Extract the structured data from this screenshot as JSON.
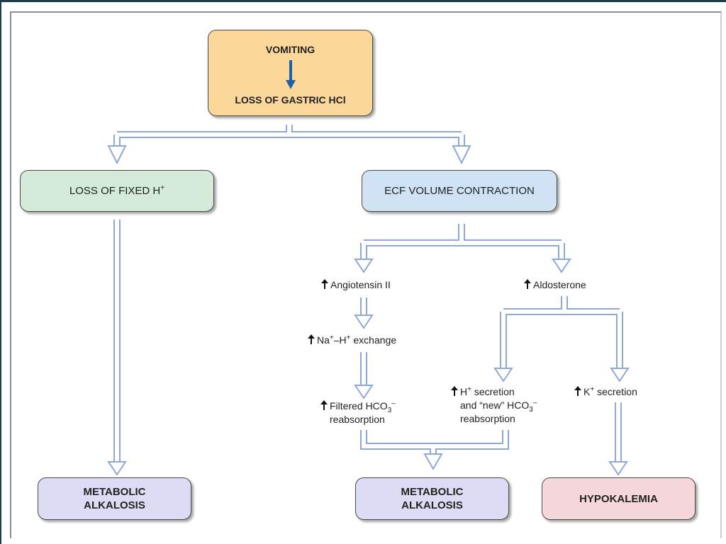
{
  "nodes": {
    "vomiting": "VOMITING",
    "loss_gastric": "LOSS OF GASTRIC HCl",
    "loss_fixed_h": "LOSS OF FIXED H",
    "loss_fixed_h_sup": "+",
    "ecf": "ECF VOLUME CONTRACTION",
    "metabolic_alkalosis_left": [
      "METABOLIC",
      "ALKALOSIS"
    ],
    "metabolic_alkalosis_right": [
      "METABOLIC",
      "ALKALOSIS"
    ],
    "hypokalemia": "HYPOKALEMIA"
  },
  "labels": {
    "angiotensin": "Angiotensin II",
    "aldosterone": "Aldosterone",
    "exchange": {
      "a": "Na",
      "a_sup": "+",
      "dash": "–H",
      "b_sup": "+",
      "rest": " exchange"
    },
    "filtered": {
      "line1": "Filtered HCO",
      "sub": "3",
      "sup": "–",
      "line2": "reabsorption"
    },
    "h_secretion": {
      "line1a": "H",
      "line1_sup": "+",
      "line1b": " secretion",
      "line2": "and “new” HCO",
      "sub": "3",
      "sup": "–",
      "line3": "reabsorption"
    },
    "k_secretion": {
      "a": "K",
      "sup": "+",
      "rest": " secretion"
    }
  },
  "colors": {
    "top_box": "#fbd79a",
    "green_box": "#d4ebd9",
    "blue_box": "#cfe3f5",
    "purple_box": "#dcdcf4",
    "pink_box": "#f6d8dc",
    "connector_fill": "#ffffff",
    "connector_stroke": "#8fa8d8",
    "inner_arrow": "#1f5fa8"
  },
  "icons": {
    "up_arrow": "up-arrow-icon",
    "down_arrow": "down-arrow-icon"
  }
}
